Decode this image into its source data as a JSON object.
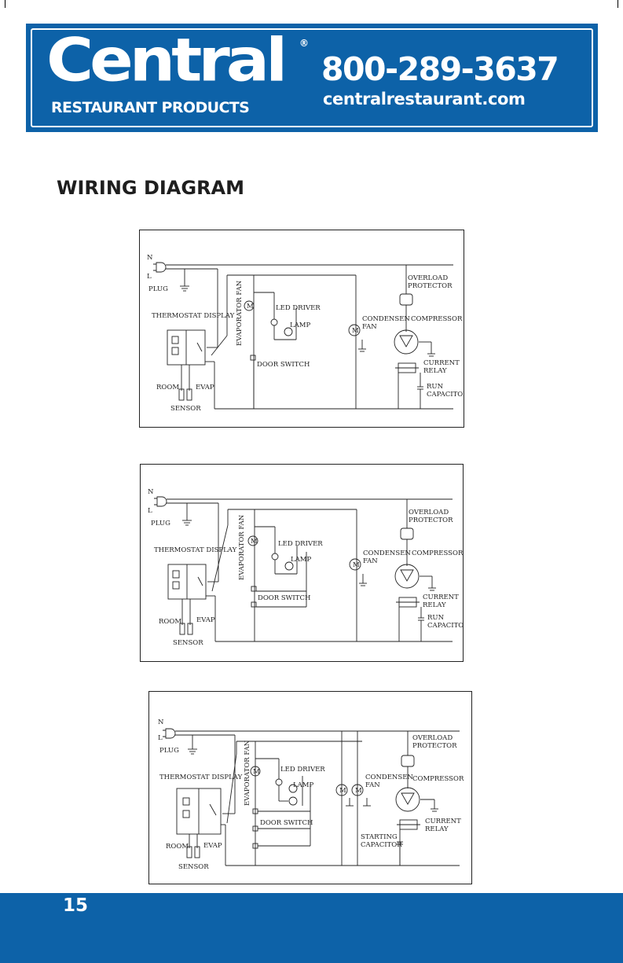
{
  "header": {
    "logo_word": "Central",
    "logo_registered": "®",
    "logo_subtitle": "RESTAURANT PRODUCTS",
    "phone": "800-289-3637",
    "website": "centralrestaurant.com"
  },
  "section_title": "WIRING DIAGRAM",
  "labels": {
    "n": "N",
    "l": "L",
    "plug": "PLUG",
    "thermostat_display": "THERMOSTAT DISPLAY",
    "room": "ROOM",
    "evap": "EVAP",
    "sensor": "SENSOR",
    "evaporator_fan": "EVAPORATOR FAN",
    "led_driver": "LED DRIVER",
    "lamp": "LAMP",
    "door_switch": "DOOR SWITCH",
    "condensen": "CONDENSEN",
    "fan": "FAN",
    "overload": "OVERLOAD",
    "protector": "PROTECTOR",
    "compressor": "COMPRESSOR",
    "current": "CURRENT",
    "relay": "RELAY",
    "run": "RUN",
    "capacitor": "CAPACITOR",
    "starting": "STARTING",
    "capacitor_starting": "CAPACITOR",
    "motor": "M"
  },
  "footer": {
    "page_number": "15"
  }
}
